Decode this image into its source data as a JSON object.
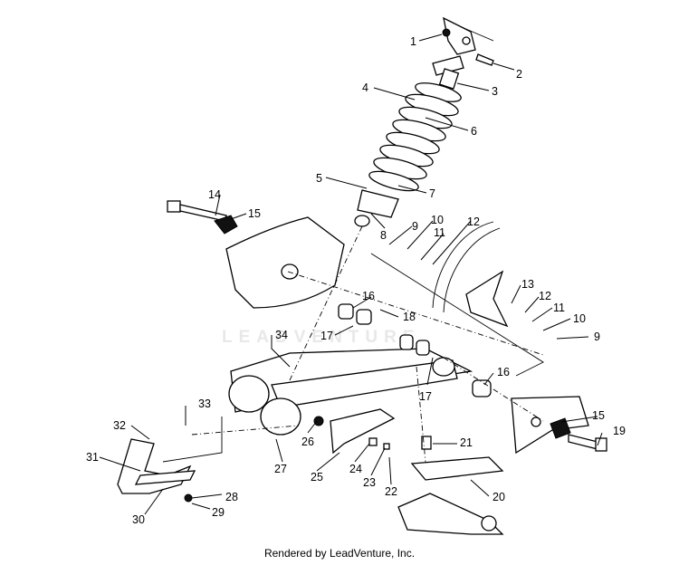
{
  "watermark": "LEADVENTURE",
  "footer": "Rendered by LeadVenture, Inc.",
  "callouts": [
    {
      "num": "1"
    },
    {
      "num": "2"
    },
    {
      "num": "3"
    },
    {
      "num": "4"
    },
    {
      "num": "6"
    },
    {
      "num": "5"
    },
    {
      "num": "7"
    },
    {
      "num": "8"
    },
    {
      "num": "9"
    },
    {
      "num": "10"
    },
    {
      "num": "11"
    },
    {
      "num": "12"
    },
    {
      "num": "14"
    },
    {
      "num": "15"
    },
    {
      "num": "13"
    },
    {
      "num": "12"
    },
    {
      "num": "11"
    },
    {
      "num": "10"
    },
    {
      "num": "9"
    },
    {
      "num": "16"
    },
    {
      "num": "18"
    },
    {
      "num": "34"
    },
    {
      "num": "17"
    },
    {
      "num": "17"
    },
    {
      "num": "16"
    },
    {
      "num": "33"
    },
    {
      "num": "15"
    },
    {
      "num": "19"
    },
    {
      "num": "32"
    },
    {
      "num": "26"
    },
    {
      "num": "21"
    },
    {
      "num": "31"
    },
    {
      "num": "27"
    },
    {
      "num": "25"
    },
    {
      "num": "24"
    },
    {
      "num": "23"
    },
    {
      "num": "22"
    },
    {
      "num": "20"
    },
    {
      "num": "28"
    },
    {
      "num": "29"
    },
    {
      "num": "30"
    }
  ]
}
